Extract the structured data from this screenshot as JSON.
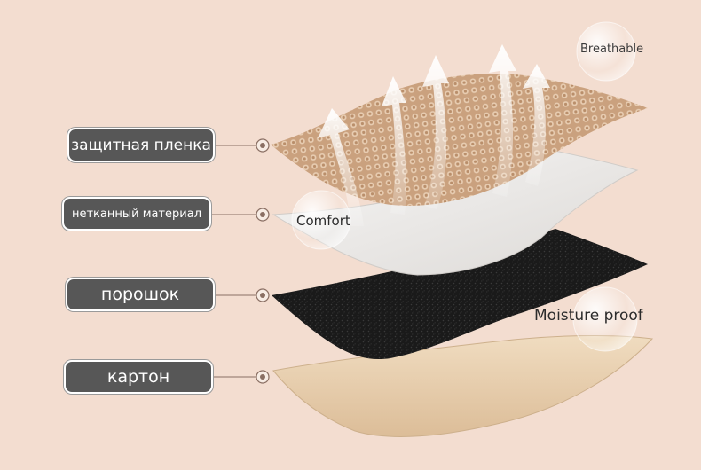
{
  "layers": [
    {
      "label": "защитная пленка",
      "icon": "mesh-layer-icon",
      "color": "#d9b79a"
    },
    {
      "label": "нетканный материал",
      "icon": "nonwoven-layer-icon",
      "color": "#ece9e6"
    },
    {
      "label": "порошок",
      "icon": "powder-layer-icon",
      "color": "#1c1c1c"
    },
    {
      "label": "картон",
      "icon": "cardboard-layer-icon",
      "color": "#e9cfae"
    }
  ],
  "features": {
    "breathable": "Breathable",
    "comfort": "Comfort",
    "moisture": "Moisture proof"
  },
  "colors": {
    "background": "#f3ddd0",
    "pill": "#575757",
    "pill_text": "#ffffff",
    "connector": "#8a6f63"
  }
}
